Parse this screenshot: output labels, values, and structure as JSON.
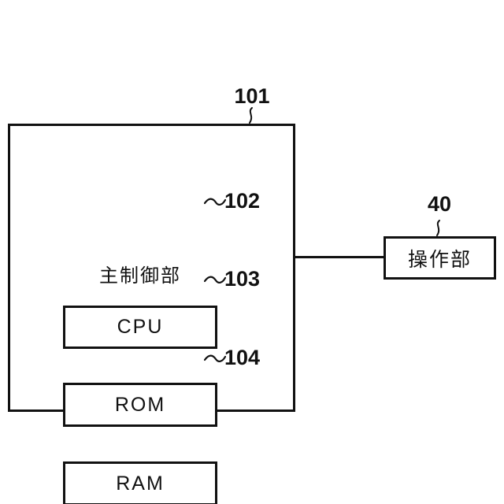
{
  "colors": {
    "line": "#111111",
    "text": "#111111",
    "background": "#ffffff"
  },
  "diagram": {
    "main_unit": {
      "ref": "101",
      "label": "主制御部",
      "children": [
        {
          "ref": "102",
          "label": "CPU"
        },
        {
          "ref": "103",
          "label": "ROM"
        },
        {
          "ref": "104",
          "label": "RAM"
        }
      ]
    },
    "operation_unit": {
      "ref": "40",
      "label": "操作部"
    }
  }
}
